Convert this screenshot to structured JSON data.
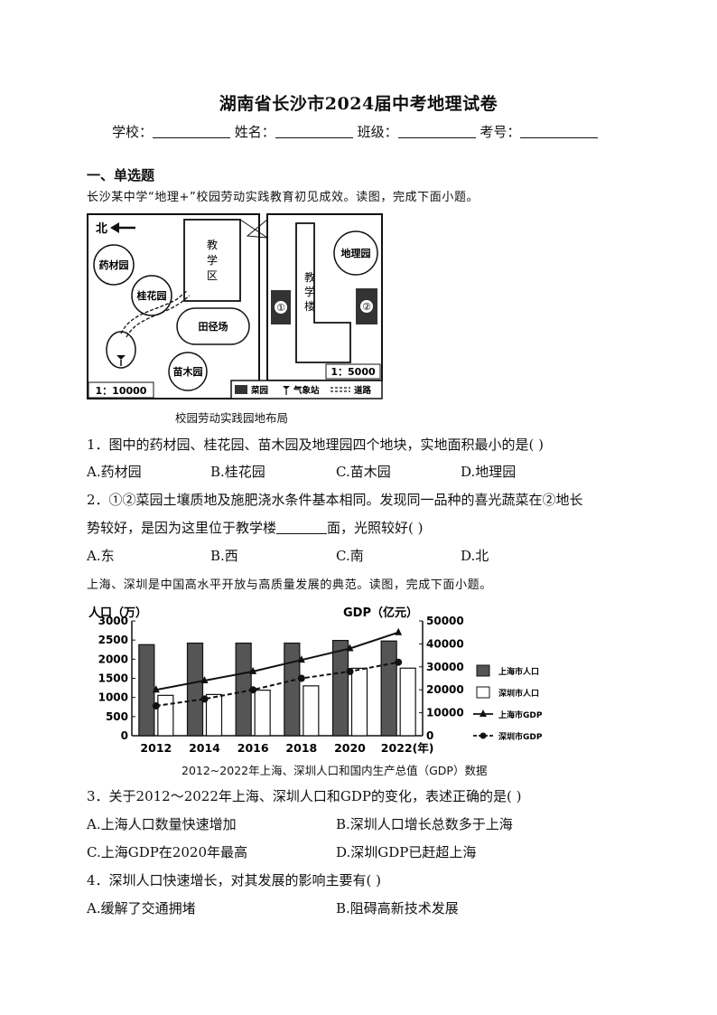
{
  "exam": {
    "title": "湖南省长沙市2024届中考地理试卷",
    "fields": [
      {
        "label": "学校："
      },
      {
        "label": "姓名："
      },
      {
        "label": "班级："
      },
      {
        "label": "考号："
      }
    ],
    "section_title": "一、单选题"
  },
  "passage1": {
    "intro": "长沙某中学“地理+”校园劳动实践教育初见成效。读图，完成下面小题。",
    "figure": {
      "north_label": "北",
      "left_scale": "1：10000",
      "right_scale": "1：5000",
      "places": {
        "teaching_area": "教学区",
        "medicine_garden": "药材园",
        "osmanthus_garden": "桂花园",
        "field": "田径场",
        "nursery": "苗木园",
        "teaching_building": "教学楼",
        "geo_garden": "地理园",
        "plot1": "①",
        "plot2": "②"
      },
      "legend": [
        {
          "label": "菜园",
          "icon": "vegetable-plot-icon"
        },
        {
          "label": "气象站",
          "icon": "weather-station-icon"
        },
        {
          "label": "道路",
          "icon": "road-icon"
        }
      ],
      "caption": "校园劳动实践园地布局"
    }
  },
  "q1": {
    "stem": "1．图中的药材园、桂花园、苗木园及地理园四个地块，实地面积最小的是(   )",
    "options": [
      "A.药材园",
      "B.桂花园",
      "C.苗木园",
      "D.地理园"
    ]
  },
  "q2": {
    "line1": "2．①②菜园土壤质地及施肥浇水条件基本相同。发现同一品种的喜光蔬菜在②地长",
    "line2_before": "势较好，是因为这里位于教学楼",
    "line2_after": "面，光照较好(   )",
    "options": [
      "A.东",
      "B.西",
      "C.南",
      "D.北"
    ]
  },
  "passage2": {
    "intro": "上海、深圳是中国高水平开放与高质量发展的典范。读图，完成下面小题。",
    "caption": "2012~2022年上海、深圳人口和国内生产总值（GDP）数据"
  },
  "chart_data": {
    "type": "bar",
    "categories": [
      "2012",
      "2014",
      "2016",
      "2018",
      "2020",
      "2022(年)"
    ],
    "left_axis_title": "人口（万）",
    "right_axis_title": "GDP（亿元）",
    "left_ticks": [
      "3000",
      "2500",
      "2000",
      "1500",
      "1000",
      "500",
      "0"
    ],
    "right_ticks": [
      "50000",
      "40000",
      "30000",
      "20000",
      "10000",
      "0"
    ],
    "left_ylim": [
      0,
      3000
    ],
    "right_ylim": [
      0,
      50000
    ],
    "series": [
      {
        "name": "上海市人口",
        "kind": "bar",
        "axis": "left",
        "color": "#555555",
        "values": [
          2380,
          2420,
          2420,
          2420,
          2490,
          2475
        ]
      },
      {
        "name": "深圳市人口",
        "kind": "bar",
        "axis": "left",
        "color": "#ffffff",
        "values": [
          1055,
          1077,
          1190,
          1303,
          1763,
          1766
        ]
      },
      {
        "name": "上海市GDP",
        "kind": "line",
        "axis": "right",
        "color": "#111111",
        "values": [
          20000,
          24000,
          28000,
          33000,
          38000,
          45000
        ]
      },
      {
        "name": "深圳市GDP",
        "kind": "line",
        "axis": "right",
        "color": "#111111",
        "values": [
          13000,
          16000,
          20000,
          25000,
          28000,
          32000
        ]
      }
    ]
  },
  "q3": {
    "stem": "3．关于2012～2022年上海、深圳人口和GDP的变化，表述正确的是(   )",
    "options": [
      "A.上海人口数量快速增加",
      "B.深圳人口增长总数多于上海",
      "C.上海GDP在2020年最高",
      "D.深圳GDP已赶超上海"
    ]
  },
  "q4": {
    "stem": "4．深圳人口快速增长，对其发展的影响主要有(   )",
    "options": [
      "A.缓解了交通拥堵",
      "B.阻碍高新技术发展"
    ]
  }
}
